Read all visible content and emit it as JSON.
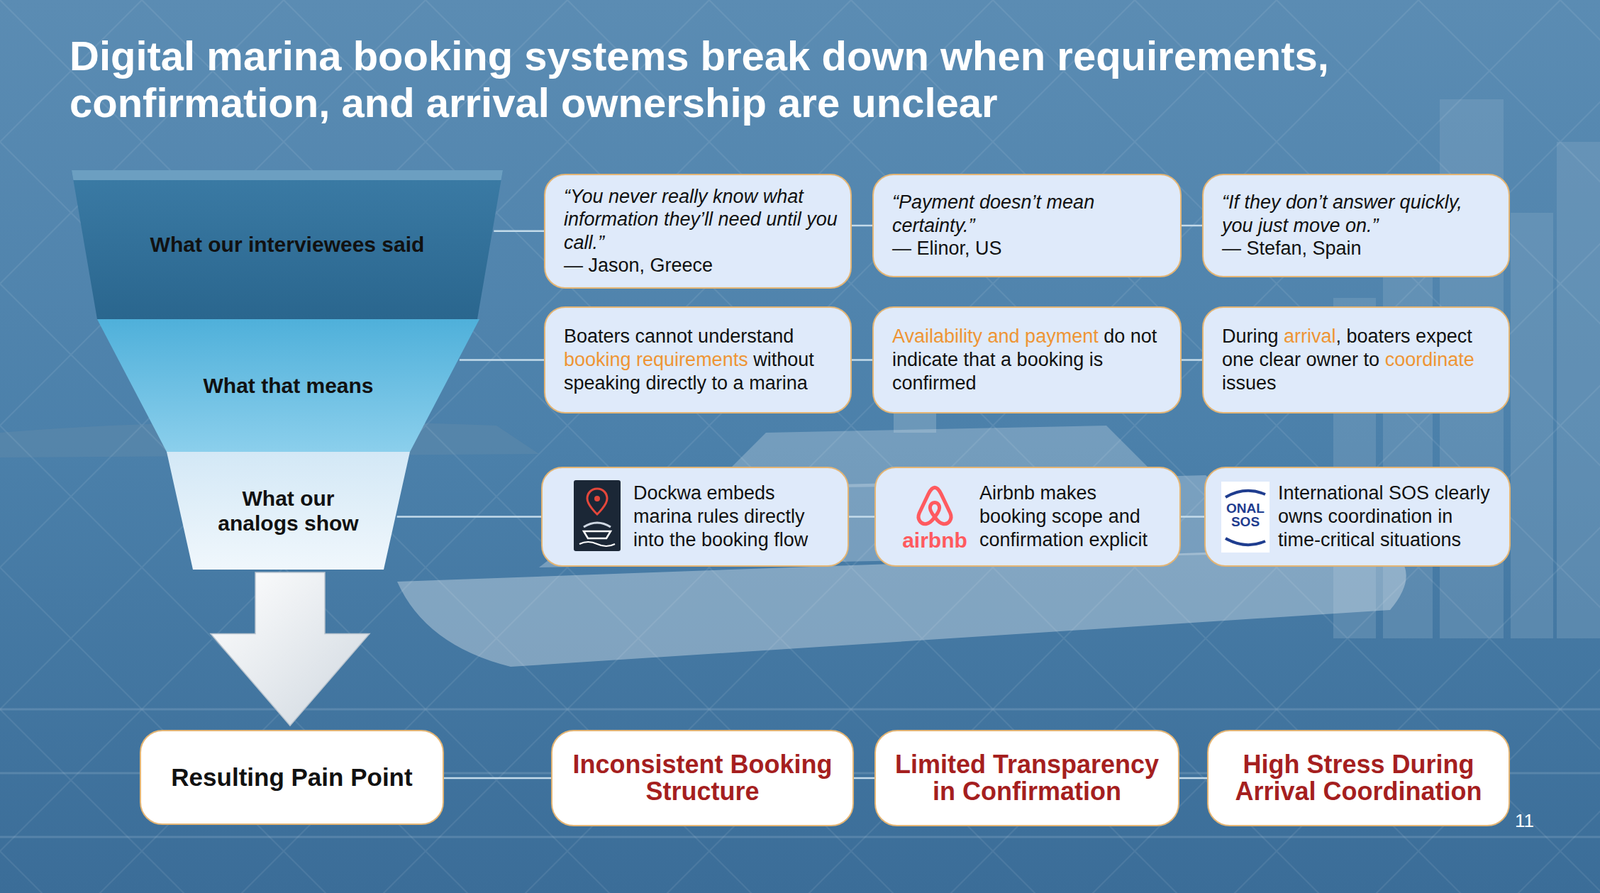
{
  "diagram": {
    "title": "Digital marina booking systems break down when requirements, confirmation, and arrival ownership are unclear",
    "nodes": [
      {
        "text": [
          "What our interviewees said"
        ]
      },
      {
        "text": [
          "“You never really know what information they’ll need until you call.”",
          "— Jason, Greece"
        ]
      },
      {
        "text": [
          "“Payment doesn’t mean certainty.”",
          "— Elinor, US"
        ]
      },
      {
        "text": [
          "“If they don’t answer quickly, you just move on.”",
          "— Stefan, Spain"
        ]
      },
      {
        "text": [
          "What that means"
        ]
      },
      {
        "text": [
          "Boaters cannot understand booking requirements without speaking directly to a marina"
        ]
      },
      {
        "text": [
          "Availability and payment do not indicate that a booking is confirmed"
        ]
      },
      {
        "text": [
          "During arrival, boaters expect one clear owner to coordinate issues"
        ]
      },
      {
        "text": [
          "What our analogs show"
        ]
      },
      {
        "text": [
          "Dockwa embeds marina rules directly into the booking flow"
        ]
      },
      {
        "text": [
          "Airbnb makes booking scope and confirmation explicit"
        ]
      },
      {
        "text": [
          "International SOS clearly owns coordination in time-critical situations"
        ]
      },
      {
        "text": [
          "Resulting Pain Point"
        ]
      },
      {
        "text": [
          "Inconsistent Booking Structure"
        ]
      },
      {
        "text": [
          "Limited Transparency in Confirmation"
        ]
      },
      {
        "text": [
          "High Stress During Arrival Coordination"
        ]
      }
    ],
    "edges": [
      {
        "from": 0,
        "to": 1,
        "arrow": "none"
      },
      {
        "from": 1,
        "to": 2,
        "arrow": "none"
      },
      {
        "from": 2,
        "to": 3,
        "arrow": "none"
      },
      {
        "from": 4,
        "to": 5,
        "arrow": "none"
      },
      {
        "from": 5,
        "to": 6,
        "arrow": "none"
      },
      {
        "from": 6,
        "to": 7,
        "arrow": "none"
      },
      {
        "from": 8,
        "to": 9,
        "arrow": "none"
      },
      {
        "from": 9,
        "to": 10,
        "arrow": "none"
      },
      {
        "from": 10,
        "to": 11,
        "arrow": "none"
      },
      {
        "from": 8,
        "to": 12,
        "arrow": "to"
      },
      {
        "from": 12,
        "to": 13,
        "arrow": "none"
      },
      {
        "from": 13,
        "to": 14,
        "arrow": "none"
      },
      {
        "from": 14,
        "to": 15,
        "arrow": "none"
      }
    ],
    "labels": [
      "airbnb",
      "ONAL",
      "SOS",
      "11"
    ]
  }
}
